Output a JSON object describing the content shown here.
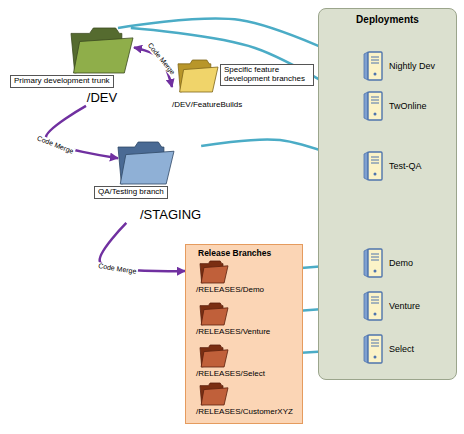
{
  "diagram": {
    "nodes": [
      {
        "text": [
          "/DEV"
        ]
      },
      {
        "text": [
          "Primary development trunk"
        ]
      },
      {
        "text": [
          "/DEV/FeatureBuilds"
        ]
      },
      {
        "text": [
          "Specific feature development branches"
        ]
      },
      {
        "text": [
          "/STAGING"
        ]
      },
      {
        "text": [
          "QA/Testing branch"
        ]
      },
      {
        "text": [
          "Release Branches"
        ]
      },
      {
        "text": [
          "/RELEASES/Demo"
        ],
        "in": 6
      },
      {
        "text": [
          "/RELEASES/Venture"
        ],
        "in": 6
      },
      {
        "text": [
          "/RELEASES/Select"
        ],
        "in": 6
      },
      {
        "text": [
          "/RELEASES/CustomerXYZ"
        ],
        "in": 6
      },
      {
        "text": [
          "Deployments"
        ]
      },
      {
        "text": [
          "Nightly Dev"
        ],
        "in": 11
      },
      {
        "text": [
          "TwOnline"
        ],
        "in": 11
      },
      {
        "text": [
          "Test-QA"
        ],
        "in": 11
      },
      {
        "text": [
          "Demo"
        ],
        "in": 11
      },
      {
        "text": [
          "Venture"
        ],
        "in": 11
      },
      {
        "text": [
          "Select"
        ],
        "in": 11
      }
    ],
    "edges": [
      {
        "from": 0,
        "to": 2,
        "arrow": "both",
        "label": "Code Merge"
      },
      {
        "from": 0,
        "to": 4,
        "arrow": "to",
        "label": "Code Merge"
      },
      {
        "from": 4,
        "to": 6,
        "arrow": "to",
        "label": "Code Merge"
      },
      {
        "from": 0,
        "to": 12,
        "arrow": "to"
      },
      {
        "from": 0,
        "to": 13,
        "arrow": "to"
      },
      {
        "from": 4,
        "to": 14,
        "arrow": "to"
      },
      {
        "from": 7,
        "to": 15,
        "arrow": "to"
      },
      {
        "from": 8,
        "to": 16,
        "arrow": "to"
      },
      {
        "from": 9,
        "to": 17,
        "arrow": "to"
      }
    ]
  }
}
